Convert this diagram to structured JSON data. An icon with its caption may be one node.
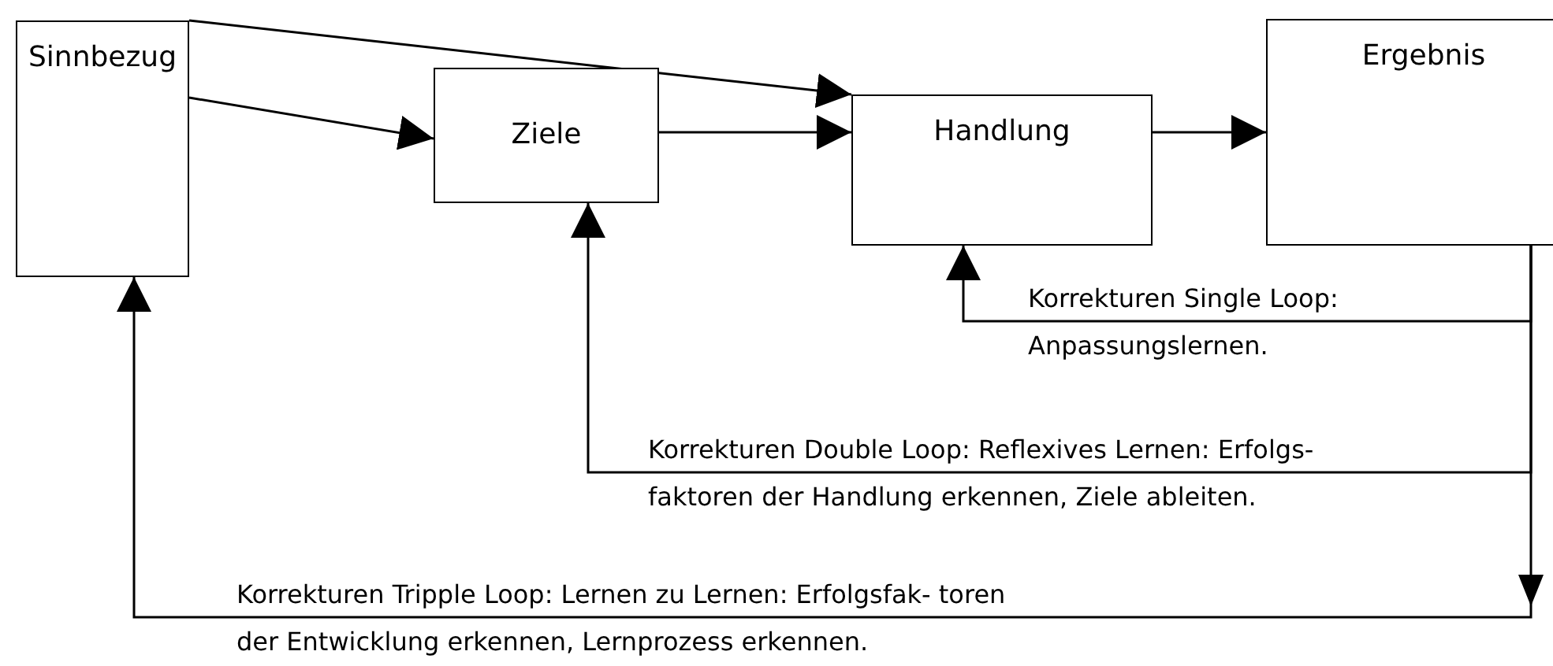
{
  "diagram": {
    "nodes": [
      {
        "text": [
          "Sinnbezug"
        ]
      },
      {
        "text": [
          "Ziele"
        ]
      },
      {
        "text": [
          "Handlung"
        ]
      },
      {
        "text": [
          "Ergebnis"
        ]
      }
    ],
    "edges": [
      {
        "from": 0,
        "to": 2,
        "arrow": "to"
      },
      {
        "from": 0,
        "to": 1,
        "arrow": "to"
      },
      {
        "from": 1,
        "to": 2,
        "arrow": "to"
      },
      {
        "from": 2,
        "to": 3,
        "arrow": "to"
      },
      {
        "from": 3,
        "to": 2,
        "arrow": "to",
        "label": "Korrekturen Single Loop: Anpassungslernen."
      },
      {
        "from": 3,
        "to": 1,
        "arrow": "to",
        "label": "Korrekturen Double Loop: Reflexives Lernen: Erfolgs- faktoren der Handlung erkennen, Ziele ableiten."
      },
      {
        "from": 3,
        "to": 0,
        "arrow": "to",
        "label": "Korrekturen Tripple Loop: Lernen zu Lernen: Erfolgsfak- toren der Entwicklung erkennen, Lernprozess erkennen."
      }
    ]
  }
}
